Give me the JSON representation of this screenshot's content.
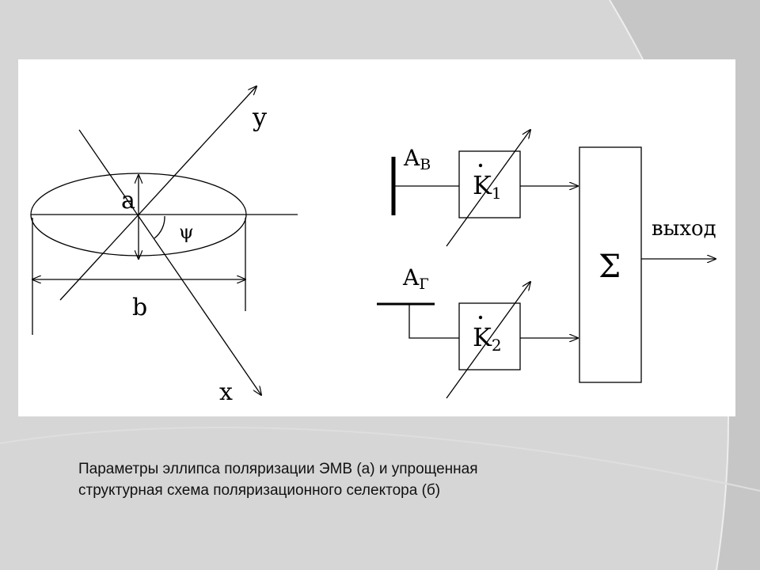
{
  "diagram_a": {
    "label_y": "y",
    "label_x": "x",
    "label_a": "a",
    "label_b": "b",
    "label_psi": "ψ"
  },
  "diagram_b": {
    "input_v": {
      "main": "A",
      "sub": "B"
    },
    "input_g": {
      "main": "A",
      "sub": "Г"
    },
    "block_k1": {
      "main": "K",
      "sub": "1"
    },
    "block_k2": {
      "main": "K",
      "sub": "2"
    },
    "summator_symbol": "Σ",
    "output_label": "выход"
  },
  "caption": {
    "line1": "Параметры эллипса поляризации ЭМВ (а) и упрощенная",
    "line2": "структурная схема поляризационного селектора (б)"
  }
}
